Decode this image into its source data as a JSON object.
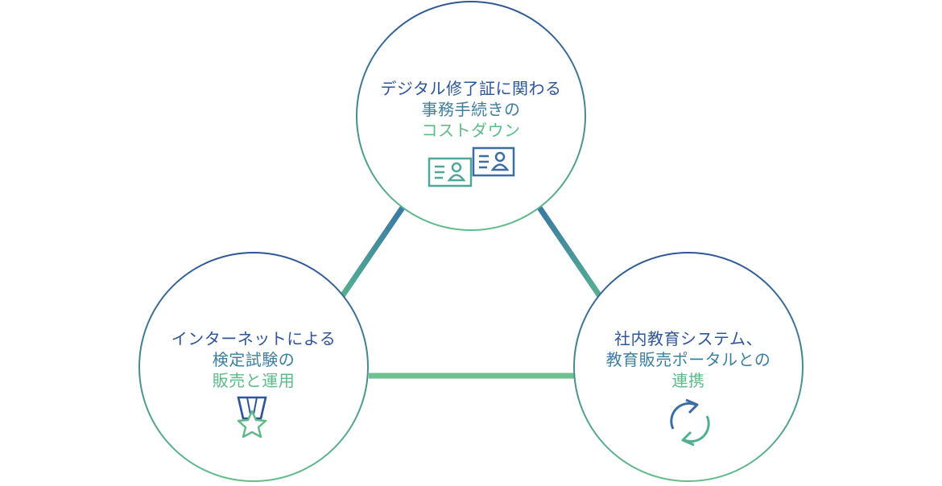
{
  "colors": {
    "dark_blue": "#2e5597",
    "teal": "#3f8fa5",
    "green": "#5fb98a"
  },
  "nodes": [
    {
      "id": "cost",
      "lines": [
        "デジタル修了証に関わる",
        "事務手続きの",
        "コストダウン"
      ],
      "icon": "id-cards-icon"
    },
    {
      "id": "exam",
      "lines": [
        "インターネットによる",
        "検定試験の",
        "販売と運用"
      ],
      "icon": "medal-star-icon"
    },
    {
      "id": "integration",
      "lines": [
        "社内教育システム、",
        "教育販売ポータルとの",
        "連携"
      ],
      "icon": "sync-arrows-icon"
    }
  ]
}
